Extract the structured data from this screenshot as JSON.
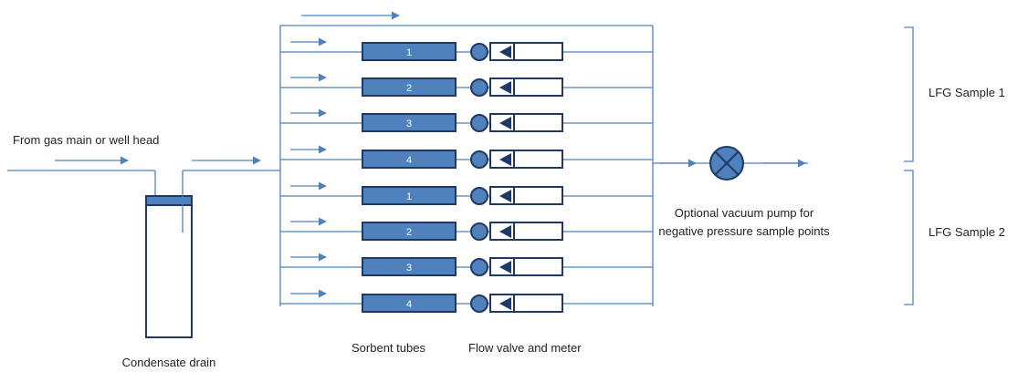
{
  "labels": {
    "inlet": "From gas main or well head",
    "condensate": "Condensate drain",
    "sorbent": "Sorbent tubes",
    "flow": "Flow valve and meter",
    "pump_line1": "Optional vacuum pump for",
    "pump_line2": "negative pressure sample points",
    "sample1": "LFG Sample  1",
    "sample2": "LFG Sample  2"
  },
  "tubes": [
    {
      "num": "1",
      "sample": 1
    },
    {
      "num": "2",
      "sample": 1
    },
    {
      "num": "3",
      "sample": 1
    },
    {
      "num": "4",
      "sample": 1
    },
    {
      "num": "1",
      "sample": 2
    },
    {
      "num": "2",
      "sample": 2
    },
    {
      "num": "3",
      "sample": 2
    },
    {
      "num": "4",
      "sample": 2
    }
  ],
  "colors": {
    "line": "#4f81bd",
    "fill": "#4f81bd",
    "stroke": "#1f3864",
    "text": "#222222"
  }
}
